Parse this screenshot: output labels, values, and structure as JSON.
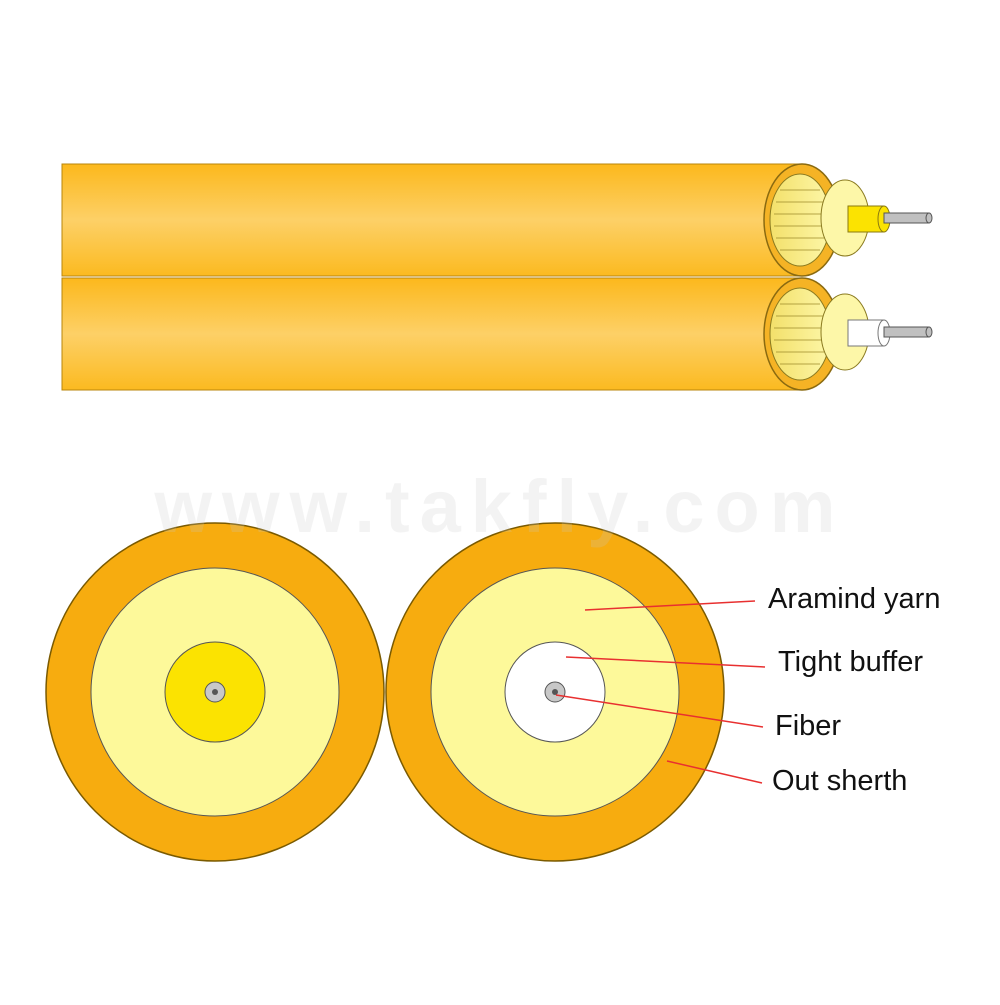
{
  "diagram": {
    "colors": {
      "sheath": "#f7ac0f",
      "aramid_yarn": "#fdf99a",
      "tight_buffer_left": "#fbe301",
      "tight_buffer_right": "#ffffff",
      "fiber": "#c8c8c8",
      "pointer_line": "#e83030",
      "cable_body": "#fcc233"
    },
    "watermark": "www.takfly.com",
    "labels": [
      {
        "text": "Aramind yarn",
        "target": "aramid-yarn"
      },
      {
        "text": "Tight buffer",
        "target": "tight-buffer"
      },
      {
        "text": "Fiber",
        "target": "fiber"
      },
      {
        "text": "Out sherth",
        "target": "outer-sheath"
      }
    ]
  }
}
